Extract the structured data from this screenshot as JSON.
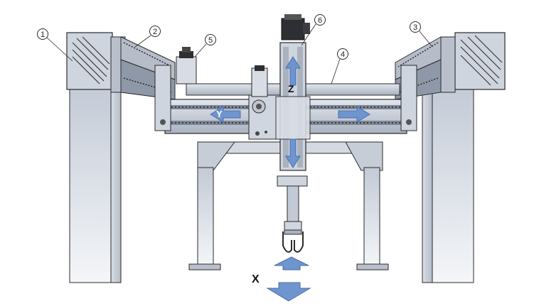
{
  "diagram": {
    "callouts": [
      {
        "id": "c1",
        "label": "1"
      },
      {
        "id": "c2",
        "label": "2"
      },
      {
        "id": "c3",
        "label": "3"
      },
      {
        "id": "c4",
        "label": "4"
      },
      {
        "id": "c5",
        "label": "5"
      },
      {
        "id": "c6",
        "label": "6"
      }
    ],
    "axes": {
      "x": "X",
      "y": "Y",
      "z": "Z"
    }
  },
  "colors": {
    "frame": "#d5dbe5",
    "frame_dark": "#9aa3b3",
    "rail": "#c9cfd9",
    "arrow": "#6f95cf",
    "arrow_dark": "#4a6fa8",
    "motor": "#2d2f33",
    "outline": "#2b2b2b"
  }
}
